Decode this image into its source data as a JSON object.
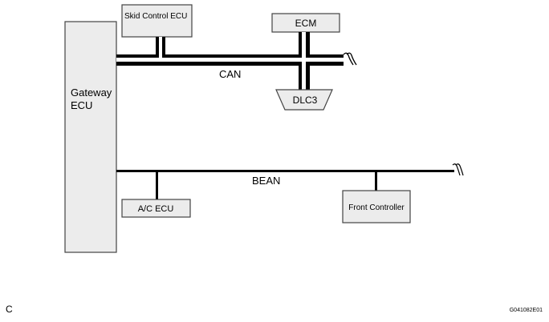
{
  "nodes": {
    "gateway_ecu": "Gateway\nECU",
    "skid_control_ecu": "Skid Control ECU",
    "ecm": "ECM",
    "dlc3": "DLC3",
    "ac_ecu": "A/C ECU",
    "front_controller": "Front Controller"
  },
  "buses": {
    "can": "CAN",
    "bean": "BEAN"
  },
  "corner_letter": "C",
  "figure_code": "G041082E01"
}
